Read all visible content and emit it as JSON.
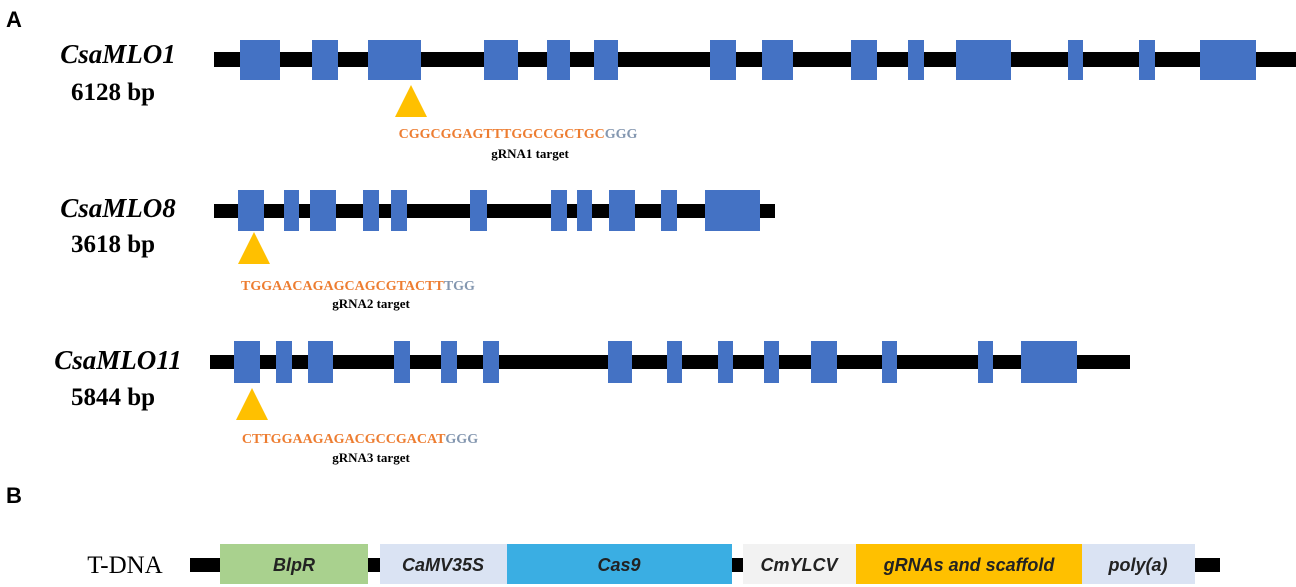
{
  "panels": {
    "a": "A",
    "b": "B"
  },
  "colors": {
    "exon": "#4472c4",
    "backbone": "#000000",
    "marker": "#ffc000",
    "target_seq": "#ed7d31",
    "pam_seq": "#8497b0"
  },
  "genes": [
    {
      "name": "CsaMLO1",
      "size": "6128 bp",
      "target_sequence": "CGGCGGAGTTTGGCCGCTGC",
      "pam": "GGG",
      "target_label": "gRNA1 target"
    },
    {
      "name": "CsaMLO8",
      "size": "3618 bp",
      "target_sequence": "TGGAACAGAGCAGCGTACTT",
      "pam": "TGG",
      "target_label": "gRNA2 target"
    },
    {
      "name": "CsaMLO11",
      "size": "5844 bp",
      "target_sequence": "CTTGGAAGAGACGCCGACAT",
      "pam": "GGG",
      "target_label": "gRNA3 target"
    }
  ],
  "tdna": {
    "label": "T-DNA",
    "elements": [
      {
        "label": "BlpR",
        "color": "#a9d18e"
      },
      {
        "label": "CaMV35S",
        "color": "#dae3f3"
      },
      {
        "label": "Cas9",
        "color": "#3aaee3"
      },
      {
        "label": "CmYLCV",
        "color": "#f2f2f2"
      },
      {
        "label": "gRNAs and scaffold",
        "color": "#ffc000"
      },
      {
        "label": "poly(a)",
        "color": "#dae3f3"
      }
    ]
  }
}
